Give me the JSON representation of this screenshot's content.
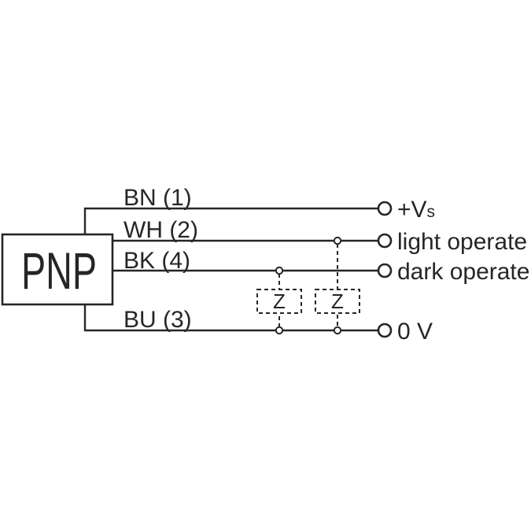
{
  "diagram": {
    "device": {
      "label": "PNP"
    },
    "wires": {
      "bn": {
        "label": "BN (1)"
      },
      "wh": {
        "label": "WH (2)"
      },
      "bk": {
        "label": "BK (4)"
      },
      "bu": {
        "label": "BU (3)"
      }
    },
    "terminals": {
      "vs_main": "+V",
      "vs_sub": "s",
      "light": "light operate",
      "dark": "dark operate",
      "zero": "0 V"
    },
    "loads": {
      "z1": {
        "label": "Z"
      },
      "z2": {
        "label": "Z"
      }
    },
    "colors": {
      "ink": "#262626",
      "background": "#ffffff"
    }
  }
}
